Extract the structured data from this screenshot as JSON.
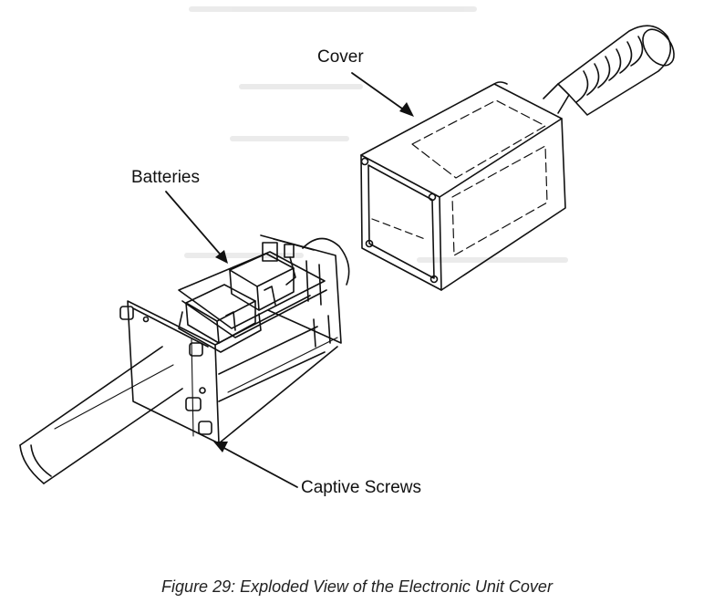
{
  "labels": {
    "cover": "Cover",
    "batteries": "Batteries",
    "captive_screws": "Captive Screws"
  },
  "caption": "Figure 29:  Exploded View of the Electronic Unit Cover"
}
